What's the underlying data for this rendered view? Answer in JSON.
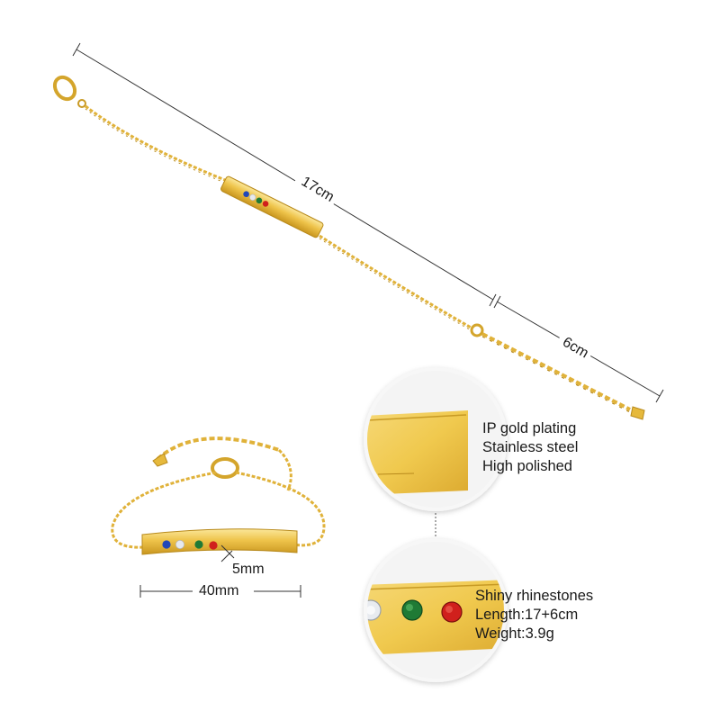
{
  "dimensions": {
    "chain_length": "17cm",
    "extender_length": "6cm",
    "bar_length": "40mm",
    "bar_width": "5mm"
  },
  "features_top": [
    "IP gold plating",
    "Stainless steel",
    "High polished"
  ],
  "features_bottom": [
    "Shiny rhinestones",
    "Length:17+6cm",
    "Weight:3.9g"
  ],
  "colors": {
    "gold": "#e8bd3e",
    "gold_dark": "#b88a1c",
    "gold_light": "#f7de84",
    "stone_blue": "#2147b8",
    "stone_clear": "#e6e9ee",
    "stone_green": "#1f7a35",
    "stone_red": "#d0201c"
  }
}
